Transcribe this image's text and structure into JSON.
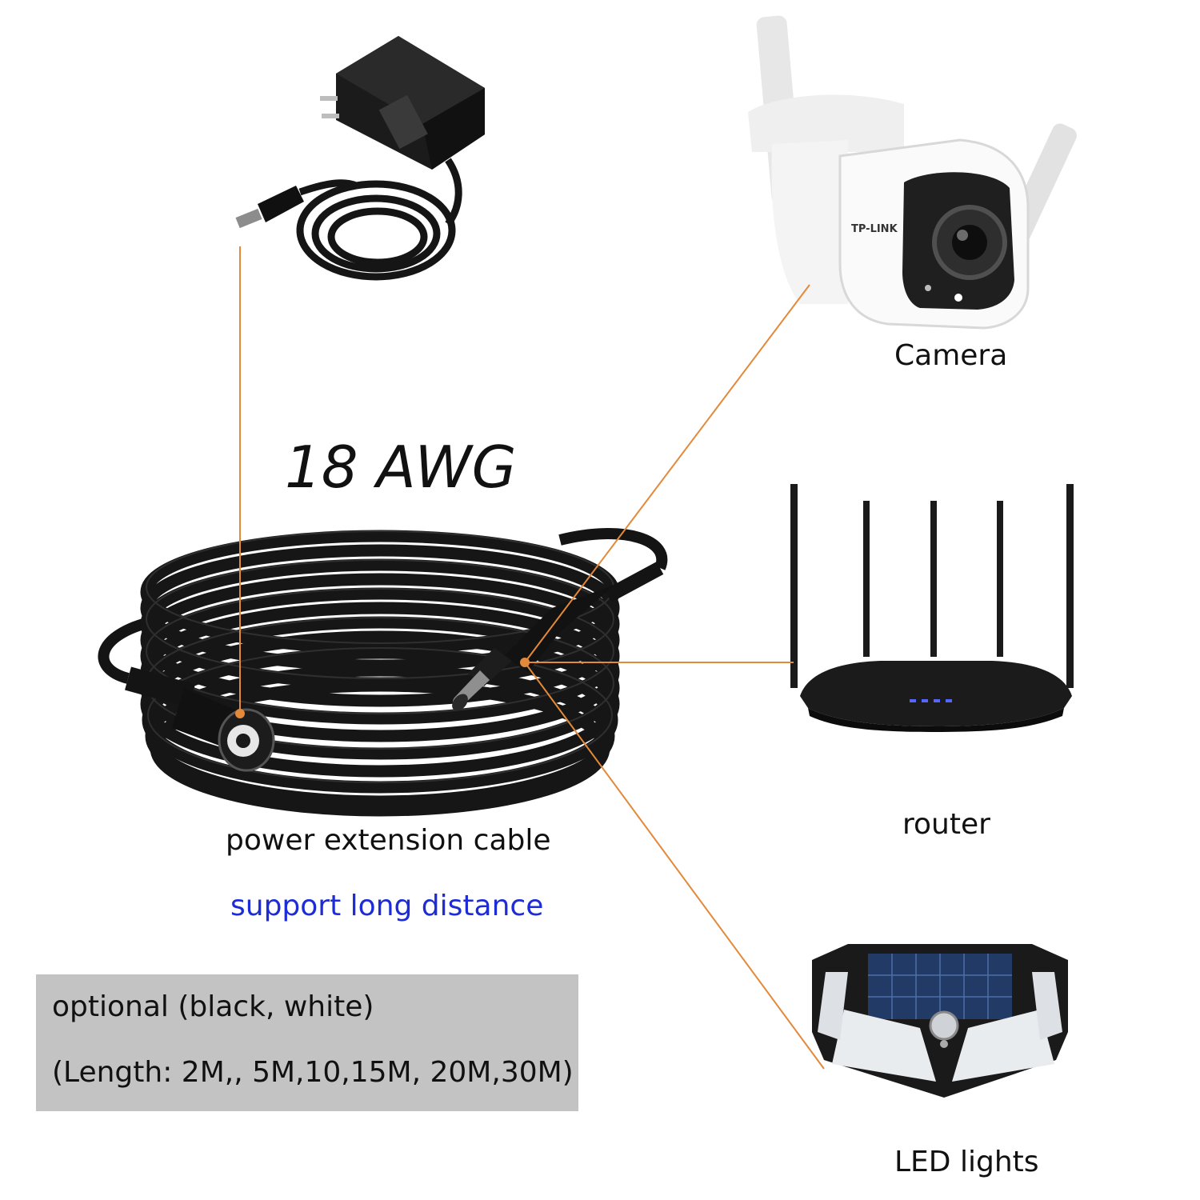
{
  "product": {
    "gauge": "18 AWG",
    "cable_label": "power extension cable",
    "tagline": "support long distance",
    "tagline_color": "#1d2cd6",
    "accent_line_color": "#e3893a"
  },
  "devices": [
    {
      "label": "Camera",
      "brand": "TP-LINK"
    },
    {
      "label": "router"
    },
    {
      "label": "LED lights"
    }
  ],
  "options": {
    "line1": "optional (black, white)",
    "line2": "(Length: 2M,, 5M,10,15M, 20M,30M)",
    "box_color": "#c3c3c3"
  }
}
